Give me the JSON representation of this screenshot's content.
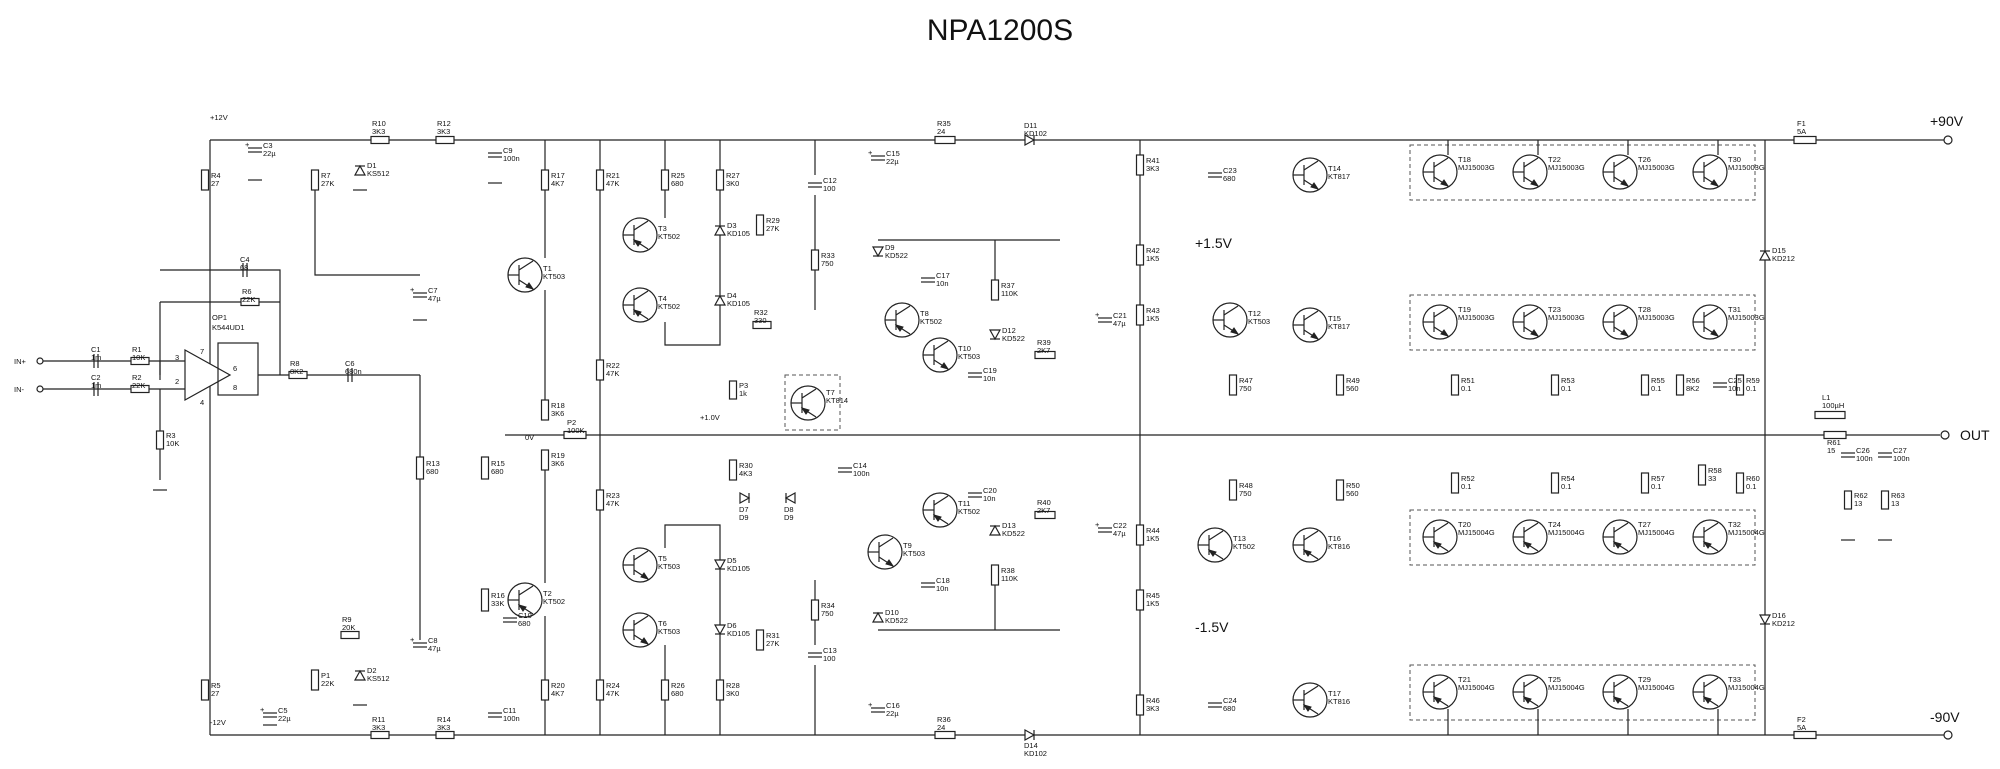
{
  "title": "NPA1200S",
  "rails": {
    "pos_low": "+12V",
    "neg_low": "-12V",
    "pos_high": "+90V",
    "neg_high": "-90V",
    "bias_pos": "+1.5V",
    "bias_neg": "-1.5V",
    "ground": "0V",
    "trim": "+1.0V"
  },
  "io": {
    "in_pos": "IN+",
    "in_neg": "IN-",
    "out": "OUT"
  },
  "opamp": {
    "name": "OP1",
    "part": "K544UD1",
    "pins": [
      "3",
      "2",
      "7",
      "4",
      "6",
      "8"
    ]
  },
  "components": [
    {
      "ref": "C1",
      "val": "1m"
    },
    {
      "ref": "C2",
      "val": "1m"
    },
    {
      "ref": "R1",
      "val": "10K"
    },
    {
      "ref": "R2",
      "val": "22K"
    },
    {
      "ref": "R3",
      "val": "10K"
    },
    {
      "ref": "R4",
      "val": "27"
    },
    {
      "ref": "R5",
      "val": "27"
    },
    {
      "ref": "C3",
      "val": "22µ"
    },
    {
      "ref": "C4",
      "val": "68"
    },
    {
      "ref": "R6",
      "val": "22K"
    },
    {
      "ref": "R7",
      "val": "27K"
    },
    {
      "ref": "D1",
      "val": "KS512"
    },
    {
      "ref": "R8",
      "val": "8K2"
    },
    {
      "ref": "C6",
      "val": "680n"
    },
    {
      "ref": "C5",
      "val": "22µ"
    },
    {
      "ref": "R9",
      "val": "20K"
    },
    {
      "ref": "P1",
      "val": "22K"
    },
    {
      "ref": "D2",
      "val": "KS512"
    },
    {
      "ref": "R10",
      "val": "3K3"
    },
    {
      "ref": "R11",
      "val": "3K3"
    },
    {
      "ref": "R12",
      "val": "3K3"
    },
    {
      "ref": "R14",
      "val": "3K3"
    },
    {
      "ref": "C9",
      "val": "100n"
    },
    {
      "ref": "C11",
      "val": "100n"
    },
    {
      "ref": "C7",
      "val": "47µ"
    },
    {
      "ref": "C8",
      "val": "47µ"
    },
    {
      "ref": "R13",
      "val": "680"
    },
    {
      "ref": "R15",
      "val": "680"
    },
    {
      "ref": "R16",
      "val": "33K"
    },
    {
      "ref": "C10",
      "val": "680"
    },
    {
      "ref": "R17",
      "val": "4K7"
    },
    {
      "ref": "R18",
      "val": "3K6"
    },
    {
      "ref": "R19",
      "val": "3K6"
    },
    {
      "ref": "R20",
      "val": "4K7"
    },
    {
      "ref": "P2",
      "val": "100K"
    },
    {
      "ref": "T1",
      "val": "KT503"
    },
    {
      "ref": "T2",
      "val": "KT502"
    },
    {
      "ref": "R21",
      "val": "47K"
    },
    {
      "ref": "R22",
      "val": "47K"
    },
    {
      "ref": "R23",
      "val": "47K"
    },
    {
      "ref": "R24",
      "val": "47K"
    },
    {
      "ref": "R25",
      "val": "680"
    },
    {
      "ref": "R26",
      "val": "680"
    },
    {
      "ref": "T3",
      "val": "KT502"
    },
    {
      "ref": "T4",
      "val": "KT502"
    },
    {
      "ref": "T5",
      "val": "KT503"
    },
    {
      "ref": "T6",
      "val": "KT503"
    },
    {
      "ref": "R27",
      "val": "3K0"
    },
    {
      "ref": "R28",
      "val": "3K0"
    },
    {
      "ref": "D3",
      "val": "KD105"
    },
    {
      "ref": "D4",
      "val": "KD105"
    },
    {
      "ref": "D5",
      "val": "KD105"
    },
    {
      "ref": "D6",
      "val": "KD105"
    },
    {
      "ref": "R29",
      "val": "27K"
    },
    {
      "ref": "R31",
      "val": "27K"
    },
    {
      "ref": "R32",
      "val": "330"
    },
    {
      "ref": "P3",
      "val": "1k"
    },
    {
      "ref": "T7",
      "val": "KT814"
    },
    {
      "ref": "R30",
      "val": "4K3"
    },
    {
      "ref": "D7",
      "val": "D9"
    },
    {
      "ref": "D8",
      "val": "D9"
    },
    {
      "ref": "C12",
      "val": "100"
    },
    {
      "ref": "C13",
      "val": "100"
    },
    {
      "ref": "C14",
      "val": "100n"
    },
    {
      "ref": "R33",
      "val": "750"
    },
    {
      "ref": "R34",
      "val": "750"
    },
    {
      "ref": "C15",
      "val": "22µ"
    },
    {
      "ref": "C16",
      "val": "22µ"
    },
    {
      "ref": "R35",
      "val": "24"
    },
    {
      "ref": "R36",
      "val": "24"
    },
    {
      "ref": "D11",
      "val": "KD102"
    },
    {
      "ref": "D14",
      "val": "KD102"
    },
    {
      "ref": "D9",
      "val": "KD522"
    },
    {
      "ref": "D10",
      "val": "KD522"
    },
    {
      "ref": "T8",
      "val": "KT502"
    },
    {
      "ref": "T9",
      "val": "KT503"
    },
    {
      "ref": "T10",
      "val": "KT503"
    },
    {
      "ref": "T11",
      "val": "KT502"
    },
    {
      "ref": "C17",
      "val": "10n"
    },
    {
      "ref": "C18",
      "val": "10n"
    },
    {
      "ref": "C19",
      "val": "10n"
    },
    {
      "ref": "C20",
      "val": "10n"
    },
    {
      "ref": "R37",
      "val": "110K"
    },
    {
      "ref": "R38",
      "val": "110K"
    },
    {
      "ref": "D12",
      "val": "KD522"
    },
    {
      "ref": "D13",
      "val": "KD522"
    },
    {
      "ref": "R39",
      "val": "2K7"
    },
    {
      "ref": "R40",
      "val": "2K7"
    },
    {
      "ref": "R41",
      "val": "3K3"
    },
    {
      "ref": "R42",
      "val": "1K5"
    },
    {
      "ref": "R43",
      "val": "1K5"
    },
    {
      "ref": "R44",
      "val": "1K5"
    },
    {
      "ref": "R45",
      "val": "1K5"
    },
    {
      "ref": "R46",
      "val": "3K3"
    },
    {
      "ref": "C21",
      "val": "47µ"
    },
    {
      "ref": "C22",
      "val": "47µ"
    },
    {
      "ref": "C23",
      "val": "680"
    },
    {
      "ref": "C24",
      "val": "680"
    },
    {
      "ref": "T12",
      "val": "KT503"
    },
    {
      "ref": "T13",
      "val": "KT502"
    },
    {
      "ref": "T14",
      "val": "KT817"
    },
    {
      "ref": "T15",
      "val": "KT817"
    },
    {
      "ref": "T16",
      "val": "KT816"
    },
    {
      "ref": "T17",
      "val": "KT816"
    },
    {
      "ref": "R47",
      "val": "750"
    },
    {
      "ref": "R48",
      "val": "750"
    },
    {
      "ref": "R49",
      "val": "560"
    },
    {
      "ref": "R50",
      "val": "560"
    },
    {
      "ref": "T18",
      "val": "MJ15003G"
    },
    {
      "ref": "T22",
      "val": "MJ15003G"
    },
    {
      "ref": "T26",
      "val": "MJ15003G"
    },
    {
      "ref": "T30",
      "val": "MJ15003G"
    },
    {
      "ref": "T19",
      "val": "MJ15003G"
    },
    {
      "ref": "T23",
      "val": "MJ15003G"
    },
    {
      "ref": "T28",
      "val": "MJ15003G"
    },
    {
      "ref": "T31",
      "val": "MJ15003G"
    },
    {
      "ref": "T20",
      "val": "MJ15004G"
    },
    {
      "ref": "T24",
      "val": "MJ15004G"
    },
    {
      "ref": "T27",
      "val": "MJ15004G"
    },
    {
      "ref": "T32",
      "val": "MJ15004G"
    },
    {
      "ref": "T21",
      "val": "MJ15004G"
    },
    {
      "ref": "T25",
      "val": "MJ15004G"
    },
    {
      "ref": "T29",
      "val": "MJ15004G"
    },
    {
      "ref": "T33",
      "val": "MJ15004G"
    },
    {
      "ref": "R51",
      "val": "0.1"
    },
    {
      "ref": "R52",
      "val": "0.1"
    },
    {
      "ref": "R53",
      "val": "0.1"
    },
    {
      "ref": "R54",
      "val": "0.1"
    },
    {
      "ref": "R55",
      "val": "0.1"
    },
    {
      "ref": "R56",
      "val": "8K2"
    },
    {
      "ref": "R57",
      "val": "0.1"
    },
    {
      "ref": "R58",
      "val": "33"
    },
    {
      "ref": "R59",
      "val": "0.1"
    },
    {
      "ref": "R60",
      "val": "0.1"
    },
    {
      "ref": "C25",
      "val": "10n"
    },
    {
      "ref": "D15",
      "val": "KD212"
    },
    {
      "ref": "D16",
      "val": "KD212"
    },
    {
      "ref": "L1",
      "val": "100µH"
    },
    {
      "ref": "R61",
      "val": "15"
    },
    {
      "ref": "C26",
      "val": "100n"
    },
    {
      "ref": "C27",
      "val": "100n"
    },
    {
      "ref": "R62",
      "val": "13"
    },
    {
      "ref": "R63",
      "val": "13"
    },
    {
      "ref": "F1",
      "val": "5A"
    },
    {
      "ref": "F2",
      "val": "5A"
    }
  ]
}
